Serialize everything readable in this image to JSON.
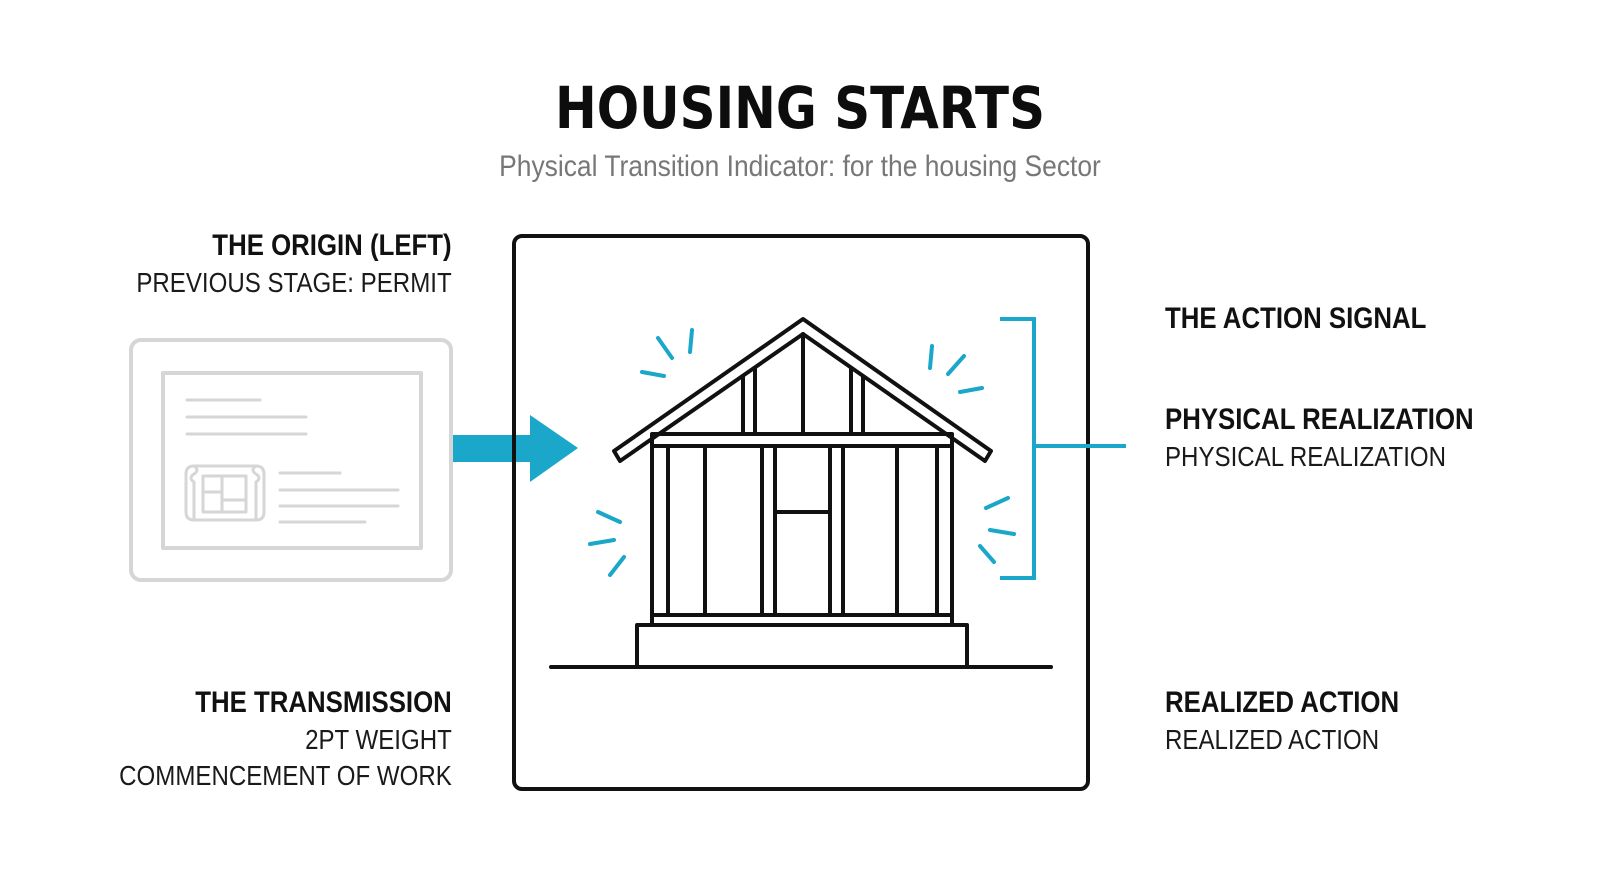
{
  "header": {
    "title": "HOUSING STARTS",
    "subtitle": "Physical Transition Indicator: for the housing Sector"
  },
  "origin": {
    "heading": "THE ORIGIN (LEFT)",
    "detail": "PREVIOUS STAGE: PERMIT"
  },
  "transmission": {
    "heading": "THE TRANSMISSION",
    "detail_1": "2PT WEIGHT",
    "detail_2": "COMMENCEMENT OF WORK"
  },
  "action_signal": {
    "heading": "THE ACTION SIGNAL"
  },
  "physical_realization": {
    "heading": "PHYSICAL REALIZATION",
    "detail": "PHYSICAL REALIZATION"
  },
  "realized_action": {
    "heading": "REALIZED ACTION",
    "detail": "REALIZED ACTION"
  },
  "colors": {
    "accent": "#1aa7c9",
    "ink": "#111111",
    "faded": "#d6d6d6",
    "subtitle": "#777777"
  },
  "icons": {
    "origin": "permit-document-icon",
    "arrow": "right-arrow-icon",
    "center": "house-frame-icon",
    "bracket": "bracket-connector-icon"
  }
}
